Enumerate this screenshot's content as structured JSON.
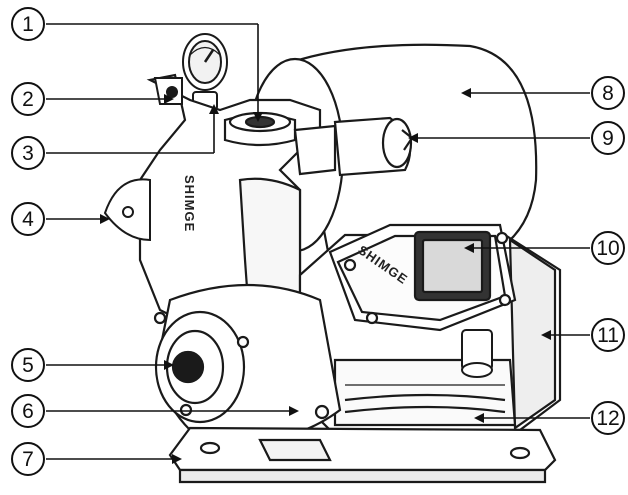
{
  "brand": "SHIMGE",
  "colors": {
    "body": "#ffffff",
    "outline": "#1a1a1a",
    "shadow": "#3a3a3a",
    "screen": "#d9d9d9"
  },
  "callouts": [
    {
      "number": "1"
    },
    {
      "number": "2"
    },
    {
      "number": "3"
    },
    {
      "number": "4"
    },
    {
      "number": "5"
    },
    {
      "number": "6"
    },
    {
      "number": "7"
    },
    {
      "number": "8"
    },
    {
      "number": "9"
    },
    {
      "number": "10"
    },
    {
      "number": "11"
    },
    {
      "number": "12"
    }
  ]
}
